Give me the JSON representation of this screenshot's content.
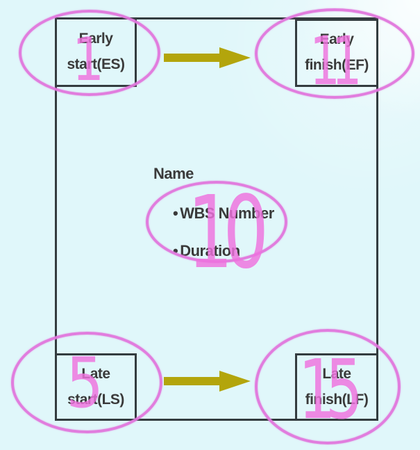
{
  "nodes": {
    "early_start": {
      "line1": "Early",
      "line2": "start(ES)",
      "number": "1"
    },
    "early_finish": {
      "line1": "Early",
      "line2": "finish(EF)",
      "number": "11"
    },
    "late_start": {
      "line1": "Late",
      "line2": "start(LS)",
      "number": "5"
    },
    "late_finish": {
      "line1": "Late",
      "line2": "finish(LF)",
      "number": "15"
    }
  },
  "center_block": {
    "title": "Name",
    "bullets": [
      "WBS Number",
      "Duration"
    ],
    "number": "10"
  },
  "icons": {
    "top_arrow": "arrow-right-icon",
    "bottom_arrow": "arrow-right-icon"
  },
  "colors": {
    "background": "#e0f7fa",
    "box_border": "#333c3f",
    "text": "#3a3a3a",
    "arrow": "#b3a50c",
    "annotation_pink": "#ef72de",
    "ellipse_pink": "#e076dc"
  }
}
